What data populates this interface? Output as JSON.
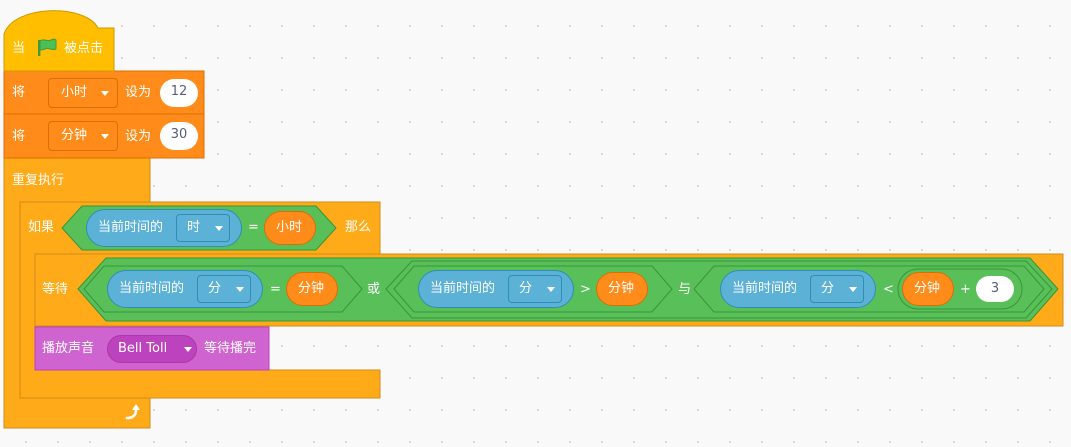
{
  "colors": {
    "events": "#ffbf00",
    "variables": "#ff8c1a",
    "control": "#ffab19",
    "sensing": "#5cb1d6",
    "operators": "#59c059",
    "sound": "#cf63cf"
  },
  "hat": {
    "when": "当",
    "flag_icon": "green-flag-icon",
    "clicked": "被点击"
  },
  "set_hour": {
    "label": "将",
    "variable": "小时",
    "to": "设为",
    "value": "12"
  },
  "set_minute": {
    "label": "将",
    "variable": "分钟",
    "to": "设为",
    "value": "30"
  },
  "forever": {
    "label": "重复执行",
    "loop_icon": "loop-arrow-icon"
  },
  "if_block": {
    "if_label": "如果",
    "then_label": "那么",
    "current_time": "当前时间的",
    "unit": "时",
    "eq": "=",
    "variable": "小时"
  },
  "wait_until": {
    "label": "等待",
    "cond1": {
      "current_time": "当前时间的",
      "unit": "分",
      "op": "=",
      "variable": "分钟"
    },
    "or": "或",
    "cond2": {
      "current_time": "当前时间的",
      "unit": "分",
      "op": ">",
      "variable": "分钟"
    },
    "and": "与",
    "cond3": {
      "current_time": "当前时间的",
      "unit": "分",
      "op": "<",
      "variable": "分钟",
      "plus": "+",
      "addend": "3"
    }
  },
  "play_sound": {
    "label": "播放声音",
    "sound": "Bell Toll",
    "until_done": "等待播完"
  }
}
